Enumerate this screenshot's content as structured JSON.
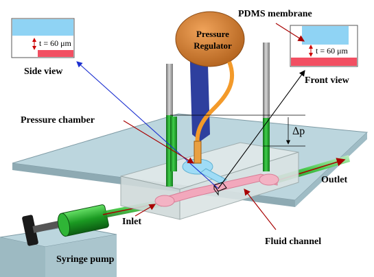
{
  "labels": {
    "pdms_membrane": "PDMS membrane",
    "pressure_regulator_line1": "Pressure",
    "pressure_regulator_line2": "Regulator",
    "side_view": "Side view",
    "front_view": "Front view",
    "pressure_chamber": "Pressure chamber",
    "delta_p": "Δp",
    "outlet": "Outlet",
    "inlet": "Inlet",
    "fluid_channel": "Fluid channel",
    "syringe_pump": "Syringe pump"
  },
  "insets": {
    "side_thickness": "t = 60 μm",
    "front_thickness": "t = 60 μm"
  },
  "colors": {
    "membrane_blue": "#8fd3f4",
    "channel_red": "#f24f62",
    "base_plate": "#b9d3dc",
    "chip": "#e6ecec",
    "pink_channel": "#f2a8bc",
    "green_rod": "#1f9a2a",
    "grey_rod": "#9a9a9a",
    "regulator": "#cd7a2b",
    "tube_orange": "#f39a2a",
    "dark_blue_post": "#2e3f9e",
    "arrow_red": "#a80000",
    "arrow_blue": "#1b2fd0",
    "arrow_black": "#000000"
  }
}
